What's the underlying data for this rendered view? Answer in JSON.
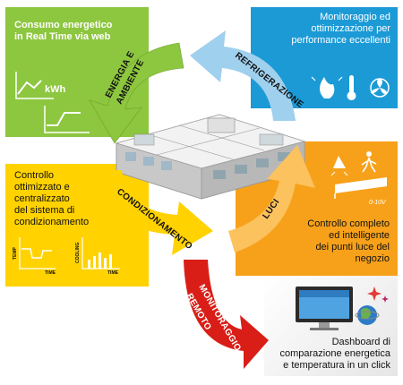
{
  "boxes": {
    "energy": "Consumo energetico\nin Real Time via web",
    "refrigeration": "Monitoraggio ed\nottimizzazione per\nperformance eccellenti",
    "hvac": "Controllo\nottimizzato e\ncentralizzato\ndel sistema di\ncondizionamento",
    "lighting": "Controllo completo\ned intelligente\ndei punti luce del\nnegozio",
    "dashboard": "Dashboard di\ncomparazione energetica\ne temperatura in un click"
  },
  "arrows": {
    "energy_line1": "ENERGIA E",
    "energy_line2": "AMBIENTE",
    "refrigeration": "REFRIGERAZIONE",
    "hvac": "CONDIZIONAMENTO",
    "lighting": "LUCI",
    "remote_line1": "MONITORAGGIO",
    "remote_line2": "REMOTO"
  },
  "icon_labels": {
    "kwh": "kWh",
    "temp": "TEMP",
    "time": "TIME",
    "cooling": "COOLING",
    "time2": "TIME",
    "volt": "0-10V"
  },
  "icons": [
    "kwh-chart-icon",
    "step-chart-icon",
    "fire-icon",
    "thermometer-icon",
    "fan-icon",
    "lamp-icon",
    "person-icon",
    "light-bar-icon",
    "temp-chart-icon",
    "cooling-chart-icon",
    "monitor-icon",
    "globe-icon"
  ],
  "colors": {
    "green": "#8dc63f",
    "blue": "#1b9ad6",
    "yellow": "#ffd200",
    "orange": "#f7a11a",
    "red": "#d91e18",
    "gray": "#ebebeb"
  }
}
